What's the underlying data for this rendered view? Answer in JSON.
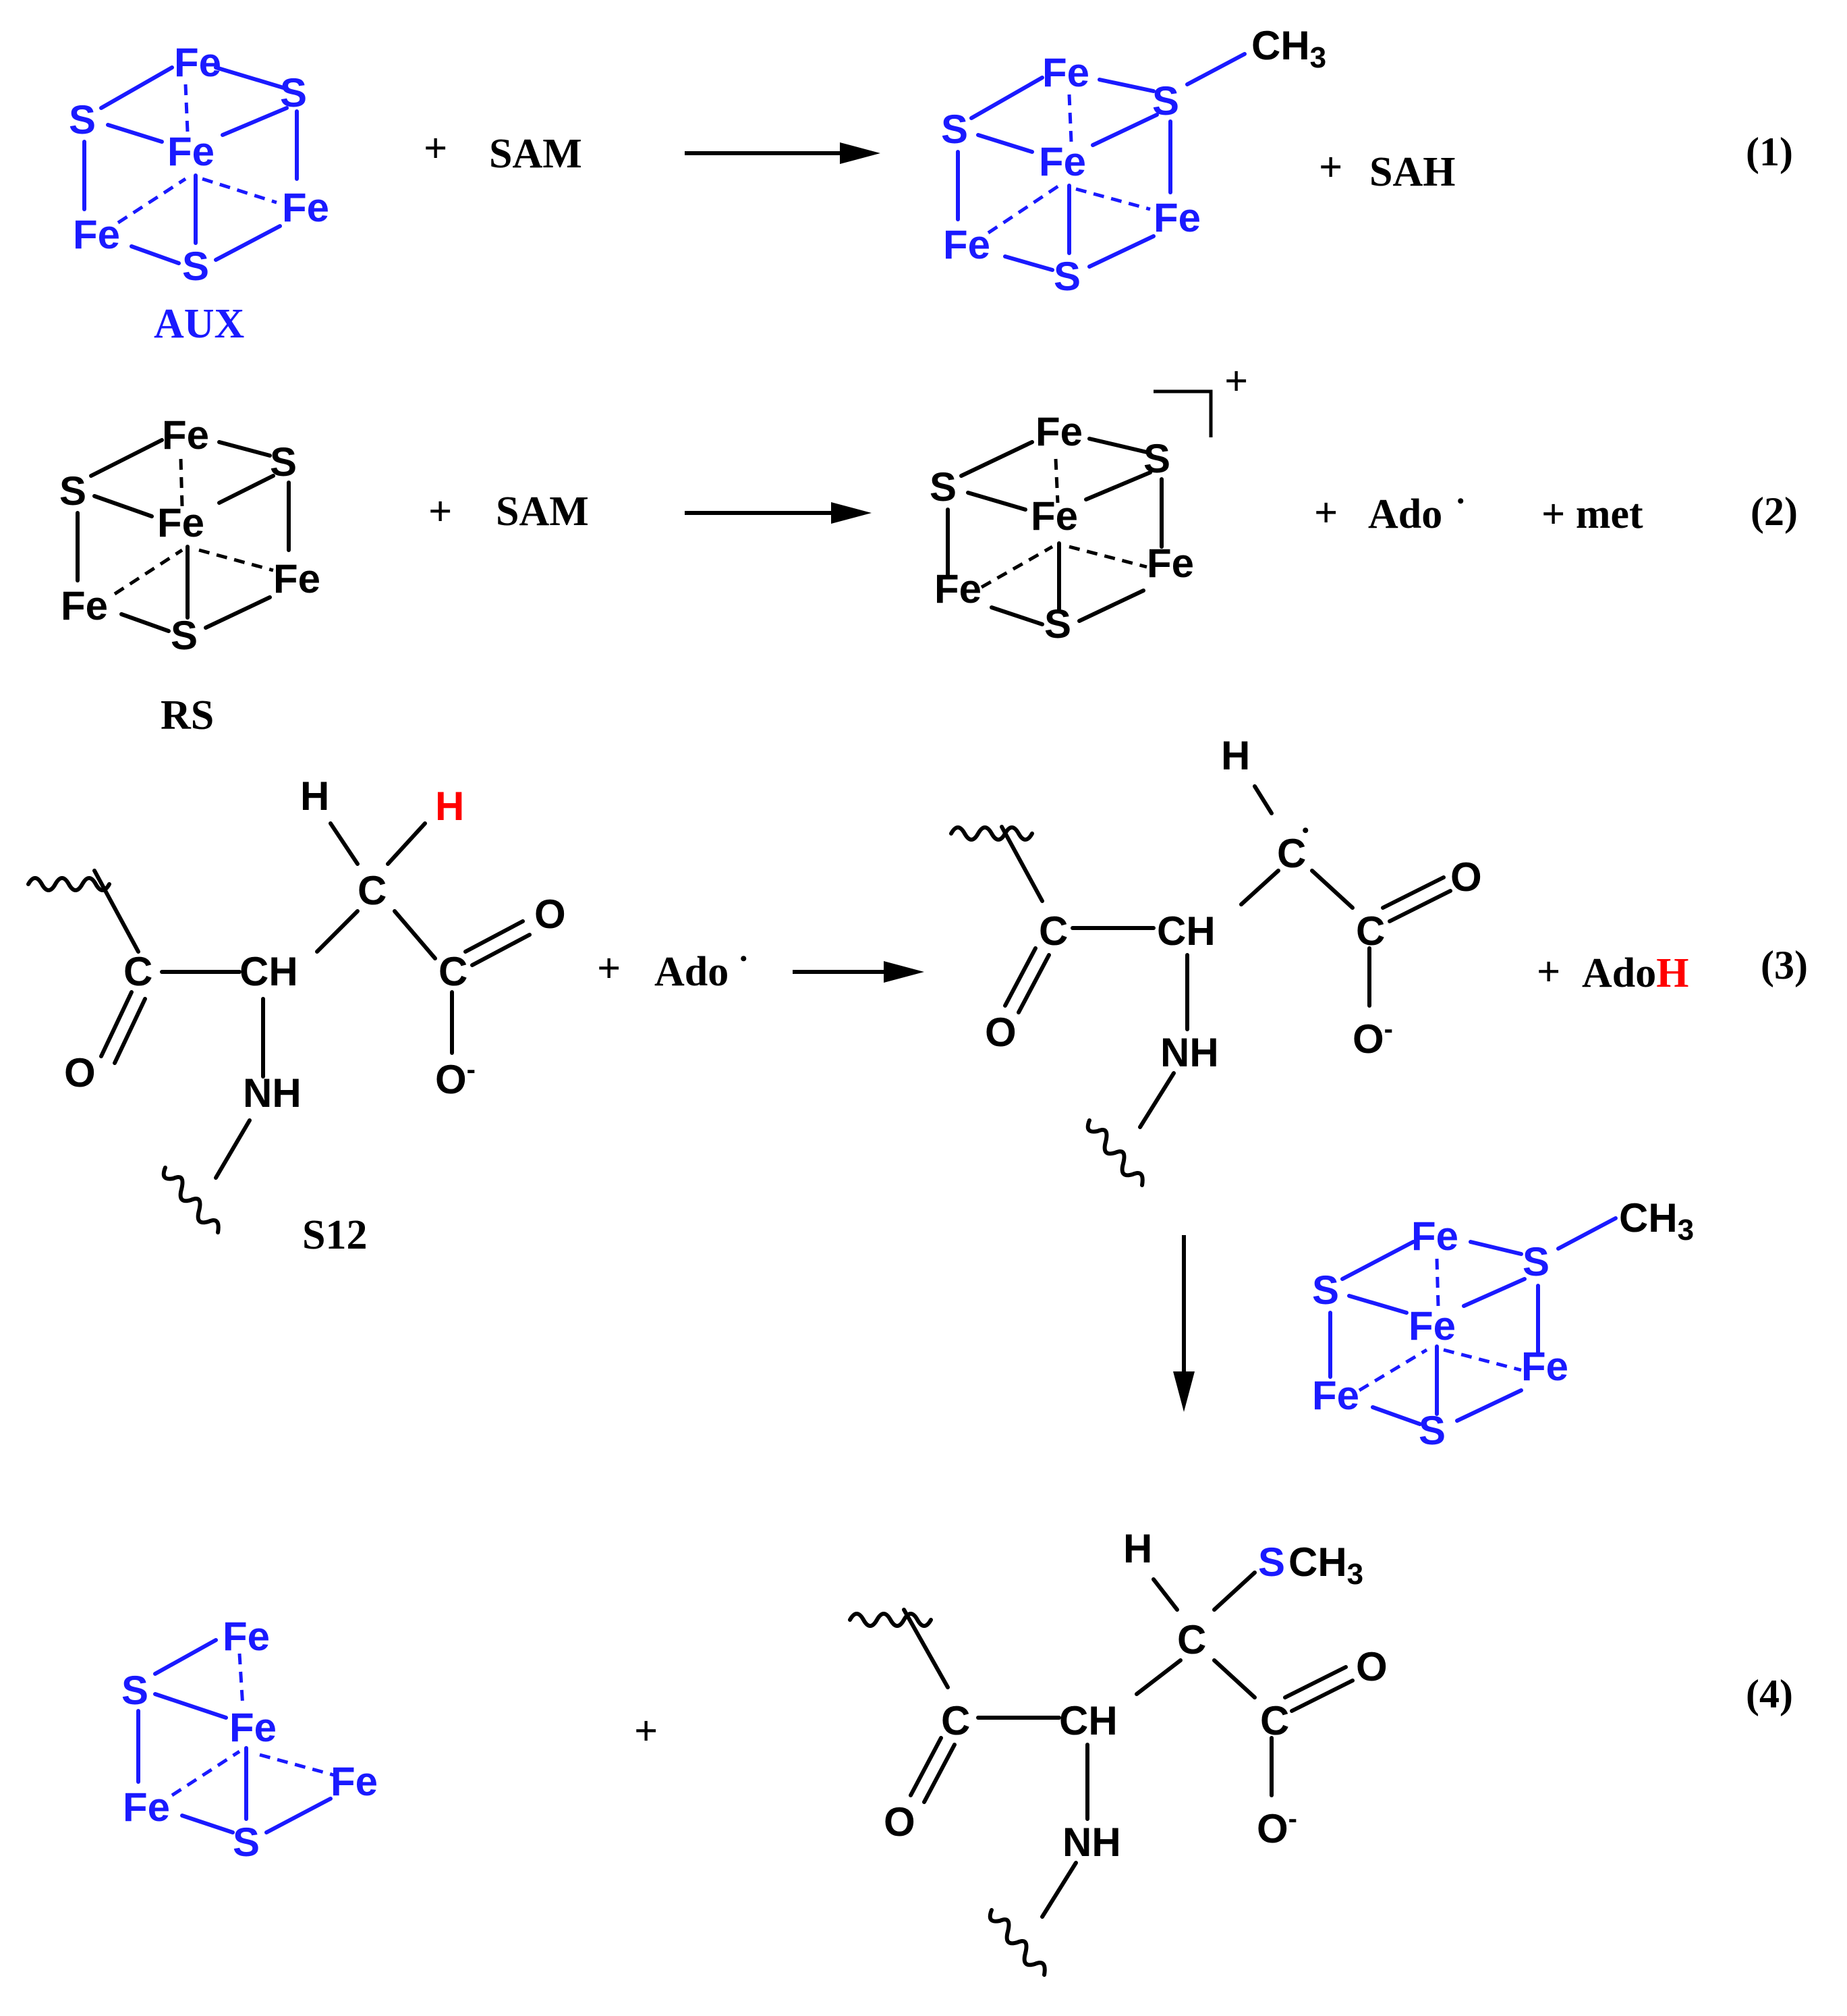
{
  "colors": {
    "cluster_aux": "#1a1aff",
    "cluster_rs": "#000000",
    "highlight_h": "#ff0000"
  },
  "atoms": {
    "fe": "Fe",
    "s": "S",
    "c": "C",
    "ch": "CH",
    "h": "H",
    "o": "O",
    "nh": "NH",
    "ch3_main": "CH",
    "ch3_sub": "3"
  },
  "labels": {
    "aux": "AUX",
    "rs": "RS",
    "s12": "S12"
  },
  "reactions": {
    "r1": {
      "plus1": "+",
      "reagent": "SAM",
      "plus2": "+",
      "product": "SAH",
      "number": "(1)"
    },
    "r2": {
      "plus1": "+",
      "reagent": "SAM",
      "charge": "+",
      "plus2": "+",
      "ado": "Ado",
      "radical_dot": "•",
      "plus3": "+",
      "met": "+ met",
      "number": "(2)"
    },
    "r3": {
      "plus1": "+",
      "ado": "Ado",
      "radical_dot": "•",
      "plus2": "+",
      "adoh_prefix": "Ado",
      "adoh_h": "H",
      "number": "(3)",
      "o_minus": "-",
      "radical": "•"
    },
    "r4": {
      "plus": "+",
      "s_of_sch3": "S",
      "number": "(4)"
    }
  }
}
